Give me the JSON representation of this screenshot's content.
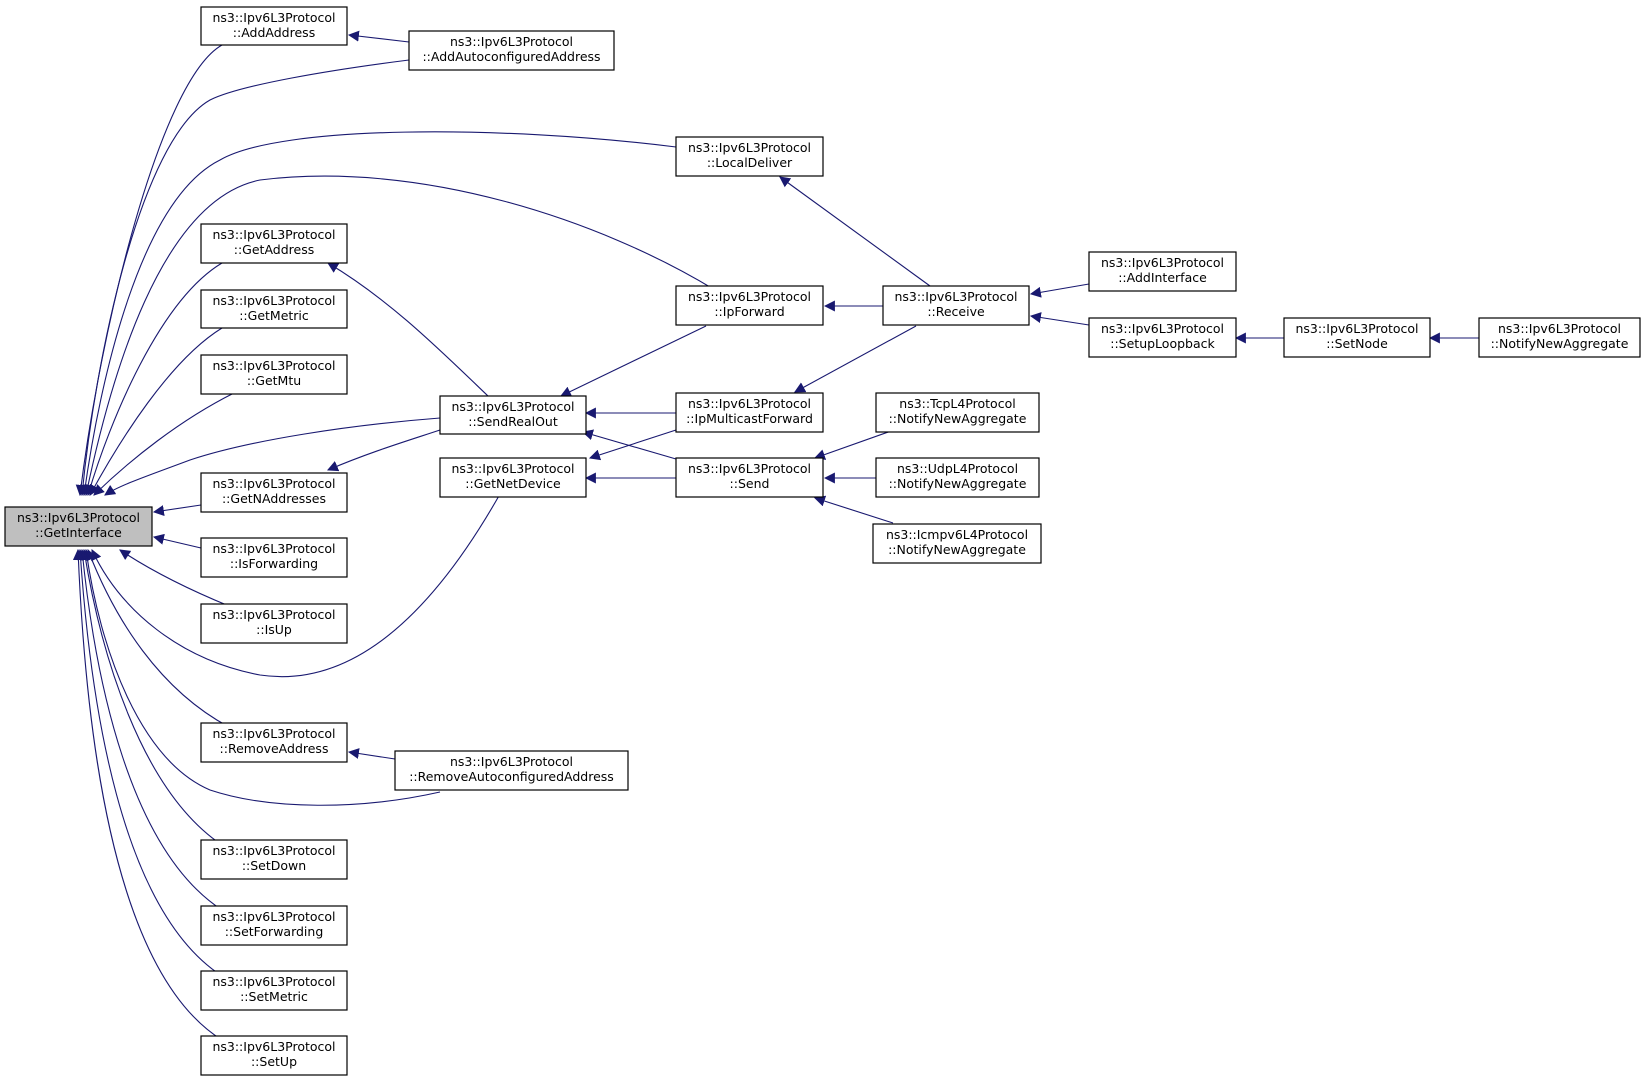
{
  "colors": {
    "edge": "#191970",
    "node_fill": "#ffffff",
    "focus_fill": "#bfbfbf",
    "border": "#000000",
    "text": "#000000"
  },
  "nodes": {
    "getinterface": {
      "line1": "ns3::Ipv6L3Protocol",
      "line2": "::GetInterface"
    },
    "addaddress": {
      "line1": "ns3::Ipv6L3Protocol",
      "line2": "::AddAddress"
    },
    "addautoconfiguredaddress": {
      "line1": "ns3::Ipv6L3Protocol",
      "line2": "::AddAutoconfiguredAddress"
    },
    "localdeliver": {
      "line1": "ns3::Ipv6L3Protocol",
      "line2": "::LocalDeliver"
    },
    "getaddress": {
      "line1": "ns3::Ipv6L3Protocol",
      "line2": "::GetAddress"
    },
    "getmetric": {
      "line1": "ns3::Ipv6L3Protocol",
      "line2": "::GetMetric"
    },
    "getmtu": {
      "line1": "ns3::Ipv6L3Protocol",
      "line2": "::GetMtu"
    },
    "getnaddresses": {
      "line1": "ns3::Ipv6L3Protocol",
      "line2": "::GetNAddresses"
    },
    "isforwarding": {
      "line1": "ns3::Ipv6L3Protocol",
      "line2": "::IsForwarding"
    },
    "isup": {
      "line1": "ns3::Ipv6L3Protocol",
      "line2": "::IsUp"
    },
    "removeaddress": {
      "line1": "ns3::Ipv6L3Protocol",
      "line2": "::RemoveAddress"
    },
    "removeautoconfiguredaddress": {
      "line1": "ns3::Ipv6L3Protocol",
      "line2": "::RemoveAutoconfiguredAddress"
    },
    "setdown": {
      "line1": "ns3::Ipv6L3Protocol",
      "line2": "::SetDown"
    },
    "setforwarding": {
      "line1": "ns3::Ipv6L3Protocol",
      "line2": "::SetForwarding"
    },
    "setmetric": {
      "line1": "ns3::Ipv6L3Protocol",
      "line2": "::SetMetric"
    },
    "setup": {
      "line1": "ns3::Ipv6L3Protocol",
      "line2": "::SetUp"
    },
    "sendrealout": {
      "line1": "ns3::Ipv6L3Protocol",
      "line2": "::SendRealOut"
    },
    "getnetdevice": {
      "line1": "ns3::Ipv6L3Protocol",
      "line2": "::GetNetDevice"
    },
    "ipforward": {
      "line1": "ns3::Ipv6L3Protocol",
      "line2": "::IpForward"
    },
    "ipmulticastforward": {
      "line1": "ns3::Ipv6L3Protocol",
      "line2": "::IpMulticastForward"
    },
    "send": {
      "line1": "ns3::Ipv6L3Protocol",
      "line2": "::Send"
    },
    "receive": {
      "line1": "ns3::Ipv6L3Protocol",
      "line2": "::Receive"
    },
    "tcp_notify": {
      "line1": "ns3::TcpL4Protocol",
      "line2": "::NotifyNewAggregate"
    },
    "udp_notify": {
      "line1": "ns3::UdpL4Protocol",
      "line2": "::NotifyNewAggregate"
    },
    "icmp_notify": {
      "line1": "ns3::Icmpv6L4Protocol",
      "line2": "::NotifyNewAggregate"
    },
    "addinterface": {
      "line1": "ns3::Ipv6L3Protocol",
      "line2": "::AddInterface"
    },
    "setuploopback": {
      "line1": "ns3::Ipv6L3Protocol",
      "line2": "::SetupLoopback"
    },
    "setnode": {
      "line1": "ns3::Ipv6L3Protocol",
      "line2": "::SetNode"
    },
    "ipv6_notify": {
      "line1": "ns3::Ipv6L3Protocol",
      "line2": "::NotifyNewAggregate"
    }
  }
}
